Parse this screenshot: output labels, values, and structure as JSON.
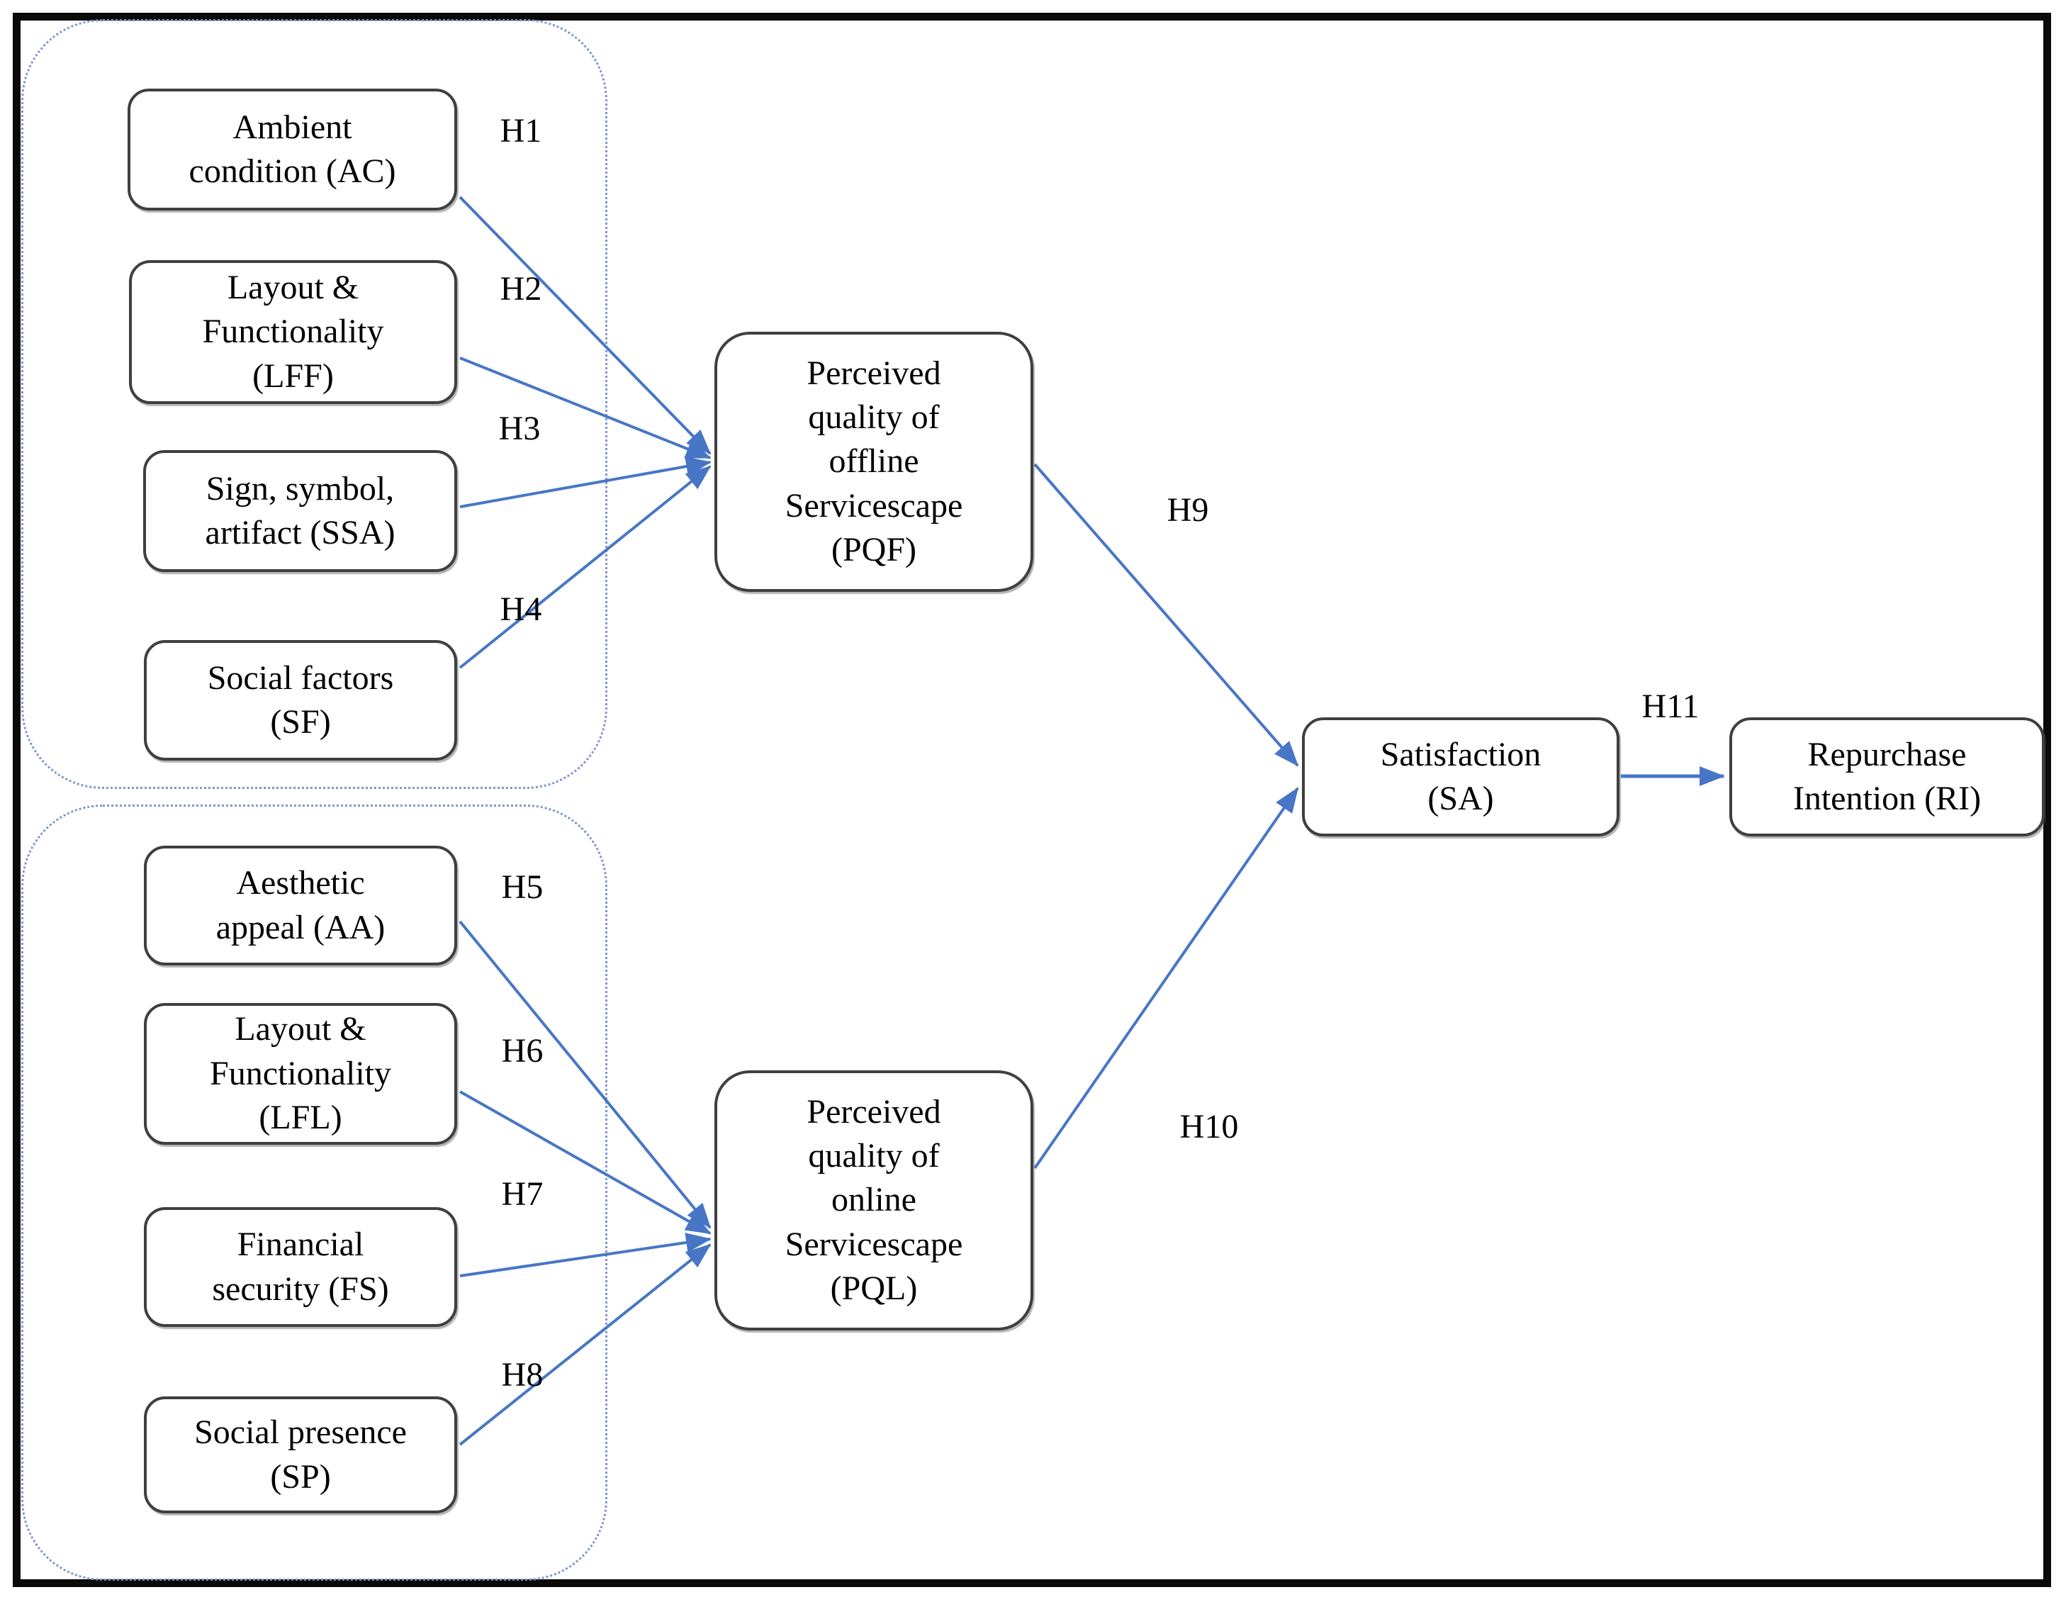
{
  "diagram": {
    "nodes": {
      "ac": {
        "id": "AC",
        "label": "Ambient\ncondition (AC)"
      },
      "lff": {
        "id": "LFF",
        "label": "Layout &\nFunctionality\n(LFF)"
      },
      "ssa": {
        "id": "SSA",
        "label": "Sign, symbol,\nartifact (SSA)"
      },
      "sf": {
        "id": "SF",
        "label": "Social factors\n(SF)"
      },
      "aa": {
        "id": "AA",
        "label": "Aesthetic\nappeal (AA)"
      },
      "lfl": {
        "id": "LFL",
        "label": "Layout &\nFunctionality\n(LFL)"
      },
      "fs": {
        "id": "FS",
        "label": "Financial\nsecurity (FS)"
      },
      "sp": {
        "id": "SP",
        "label": "Social presence\n(SP)"
      },
      "pqf": {
        "id": "PQF",
        "label": "Perceived\nquality of\noffline\nServicescape\n(PQF)"
      },
      "pql": {
        "id": "PQL",
        "label": "Perceived\nquality of\nonline\nServicescape\n(PQL)"
      },
      "sa": {
        "id": "SA",
        "label": "Satisfaction\n(SA)"
      },
      "ri": {
        "id": "RI",
        "label": "Repurchase\nIntention (RI)"
      }
    },
    "hypotheses": {
      "h1": {
        "label": "H1",
        "from": "AC",
        "to": "PQF"
      },
      "h2": {
        "label": "H2",
        "from": "LFF",
        "to": "PQF"
      },
      "h3": {
        "label": "H3",
        "from": "SSA",
        "to": "PQF"
      },
      "h4": {
        "label": "H4",
        "from": "SF",
        "to": "PQF"
      },
      "h5": {
        "label": "H5",
        "from": "AA",
        "to": "PQL"
      },
      "h6": {
        "label": "H6",
        "from": "LFL",
        "to": "PQL"
      },
      "h7": {
        "label": "H7",
        "from": "FS",
        "to": "PQL"
      },
      "h8": {
        "label": "H8",
        "from": "SP",
        "to": "PQL"
      },
      "h9": {
        "label": "H9",
        "from": "PQF",
        "to": "SA"
      },
      "h10": {
        "label": "H10",
        "from": "PQL",
        "to": "SA"
      },
      "h11": {
        "label": "H11",
        "from": "SA",
        "to": "RI"
      }
    },
    "colors": {
      "arrow": "#4776C6",
      "group_border": "#7E96CE",
      "box_border": "#3F3F3F",
      "frame": "#0A0A0A",
      "text": "#000000",
      "background": "#FFFFFF"
    }
  }
}
